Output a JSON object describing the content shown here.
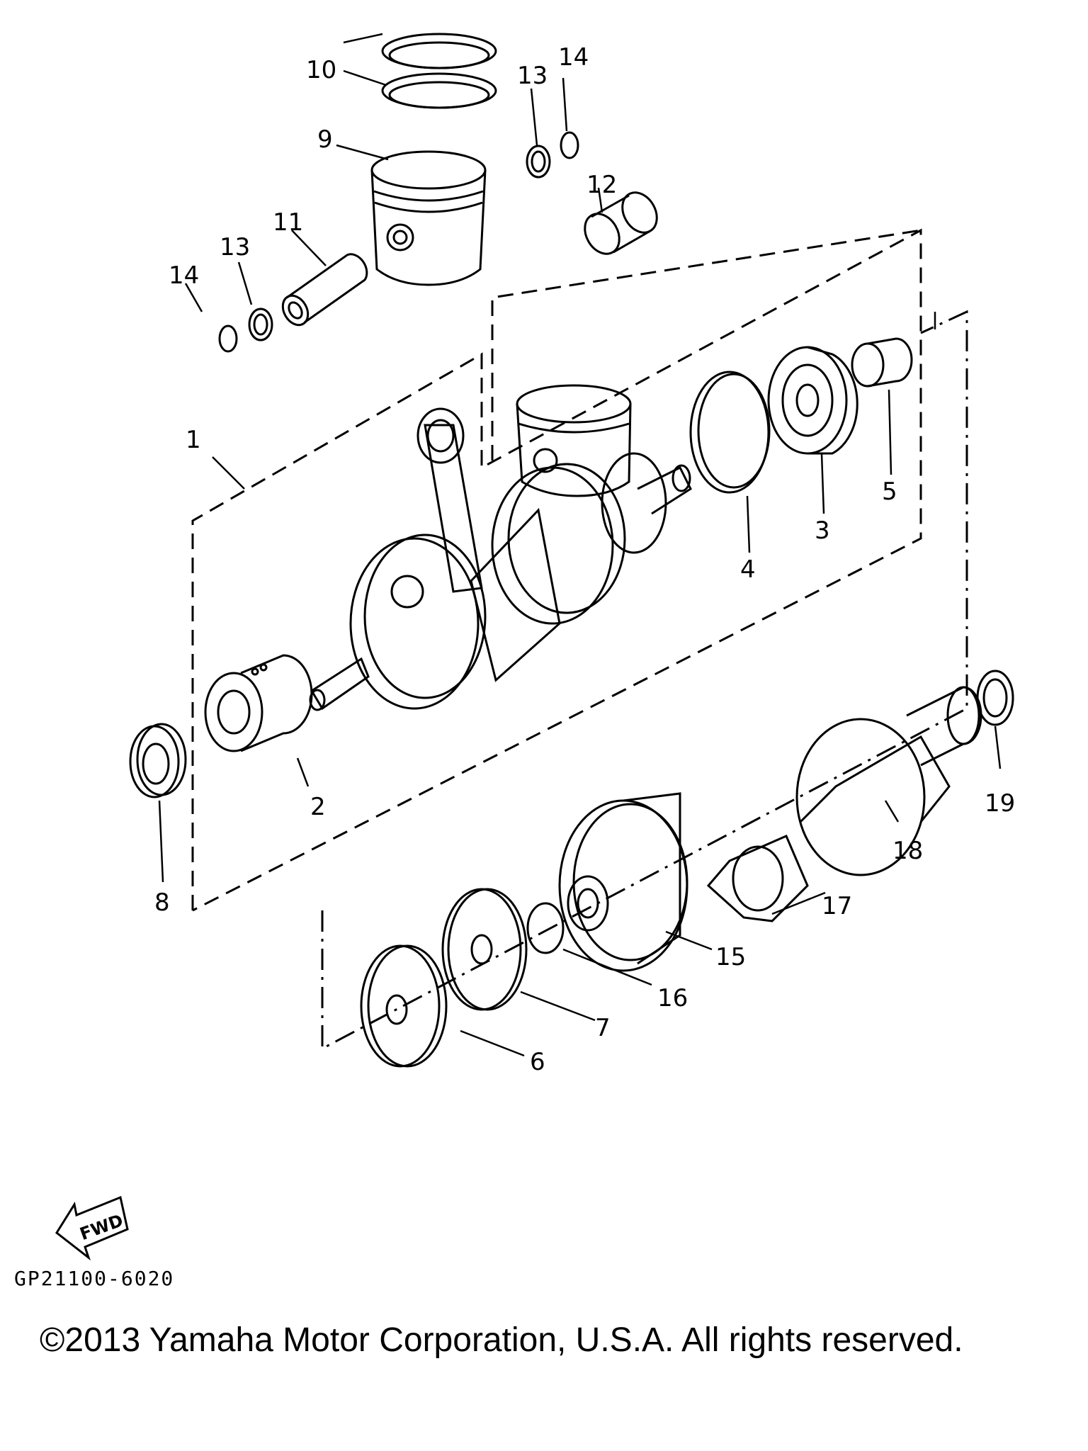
{
  "part_labels": [
    {
      "id": "1",
      "text": "1"
    },
    {
      "id": "2",
      "text": "2"
    },
    {
      "id": "3",
      "text": "3"
    },
    {
      "id": "4",
      "text": "4"
    },
    {
      "id": "5",
      "text": "5"
    },
    {
      "id": "6",
      "text": "6"
    },
    {
      "id": "7",
      "text": "7"
    },
    {
      "id": "8",
      "text": "8"
    },
    {
      "id": "9",
      "text": "9"
    },
    {
      "id": "10",
      "text": "10"
    },
    {
      "id": "11",
      "text": "11"
    },
    {
      "id": "12",
      "text": "12"
    },
    {
      "id": "13a",
      "text": "13"
    },
    {
      "id": "13b",
      "text": "13"
    },
    {
      "id": "14a",
      "text": "14"
    },
    {
      "id": "14b",
      "text": "14"
    },
    {
      "id": "15",
      "text": "15"
    },
    {
      "id": "16",
      "text": "16"
    },
    {
      "id": "17",
      "text": "17"
    },
    {
      "id": "18",
      "text": "18"
    },
    {
      "id": "19",
      "text": "19"
    }
  ],
  "fwd_label": "FWD",
  "diagram_code": "GP21100-6020",
  "copyright": "©2013 Yamaha Motor Corporation, U.S.A. All rights reserved."
}
